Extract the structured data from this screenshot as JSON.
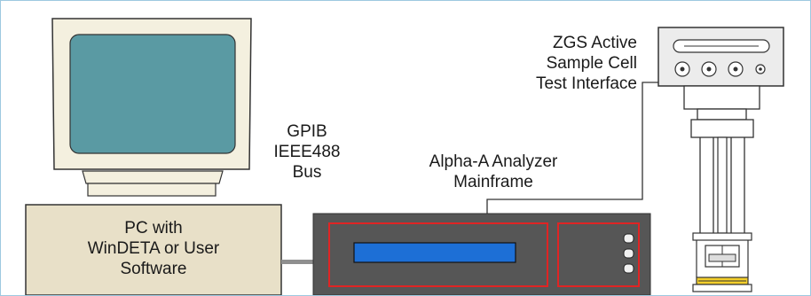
{
  "diagram": {
    "pc_label": [
      "PC with",
      "WinDETA or User",
      "Software"
    ],
    "bus_label": [
      "GPIB",
      "IEEE488",
      "Bus"
    ],
    "analyzer_label": [
      "Alpha-A Analyzer",
      "Mainframe"
    ],
    "interface_label": [
      "ZGS Active",
      "Sample Cell",
      "Test Interface"
    ]
  },
  "colors": {
    "monitor_screen": "#5a9aa3",
    "panel_fill": "#e8e0c8",
    "analyzer_fill": "#565656",
    "display_blue": "#1d6fd6",
    "accent_red": "#e02424",
    "cable": "#8f8f8f"
  }
}
